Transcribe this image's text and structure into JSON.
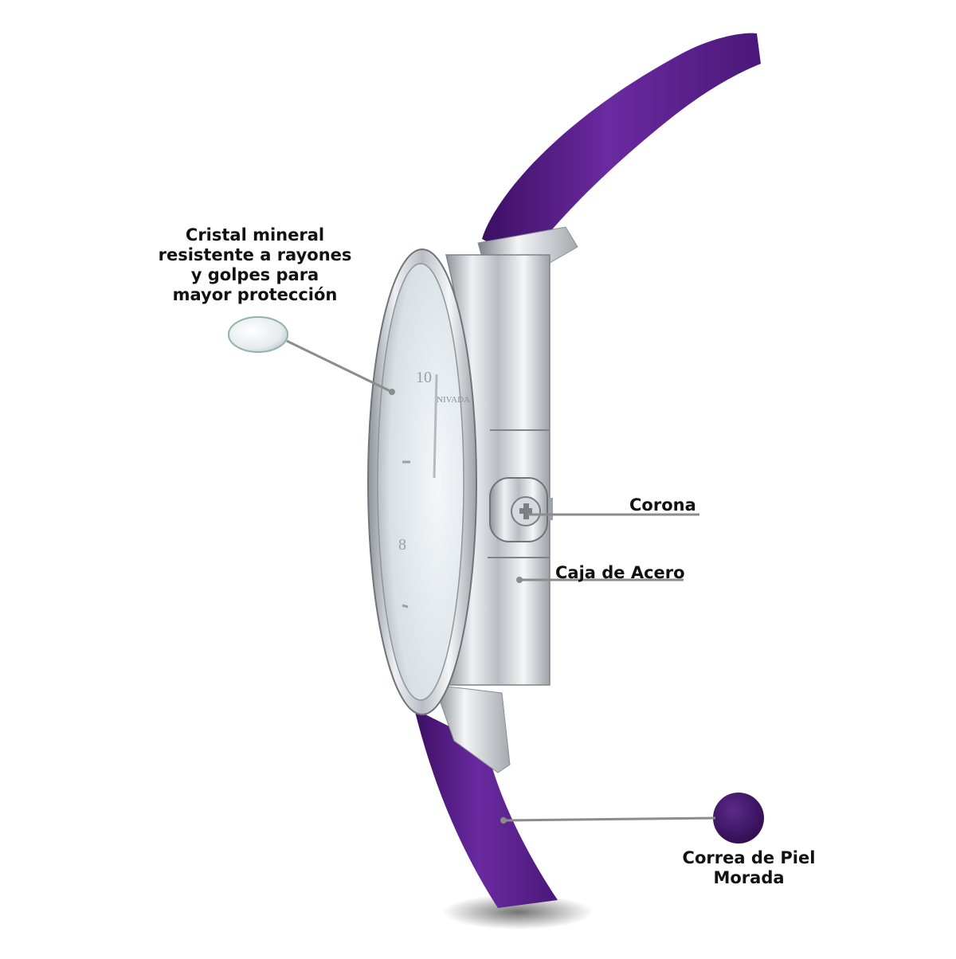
{
  "callouts": {
    "crystal": {
      "lines": [
        "Cristal mineral",
        "resistente a rayones",
        "y golpes para",
        "mayor protección"
      ]
    },
    "crown": {
      "label": "Corona"
    },
    "case": {
      "label": "Caja de Acero"
    },
    "strap": {
      "lines": [
        "Correa de Piel",
        "Morada"
      ]
    }
  },
  "dial_text": {
    "brand": "NIVADA",
    "numerals": [
      "10",
      "8"
    ]
  },
  "colors": {
    "strap": "#5b1f8c",
    "strap_dark": "#3c0f63",
    "steel": "#c9ccd1",
    "dial": "#e8eef2",
    "leader_line": "#8c8c8c",
    "text": "#111111"
  },
  "icons": [
    "crystal-lens-icon",
    "crown-cross-logo-icon",
    "strap-swatch-icon"
  ]
}
